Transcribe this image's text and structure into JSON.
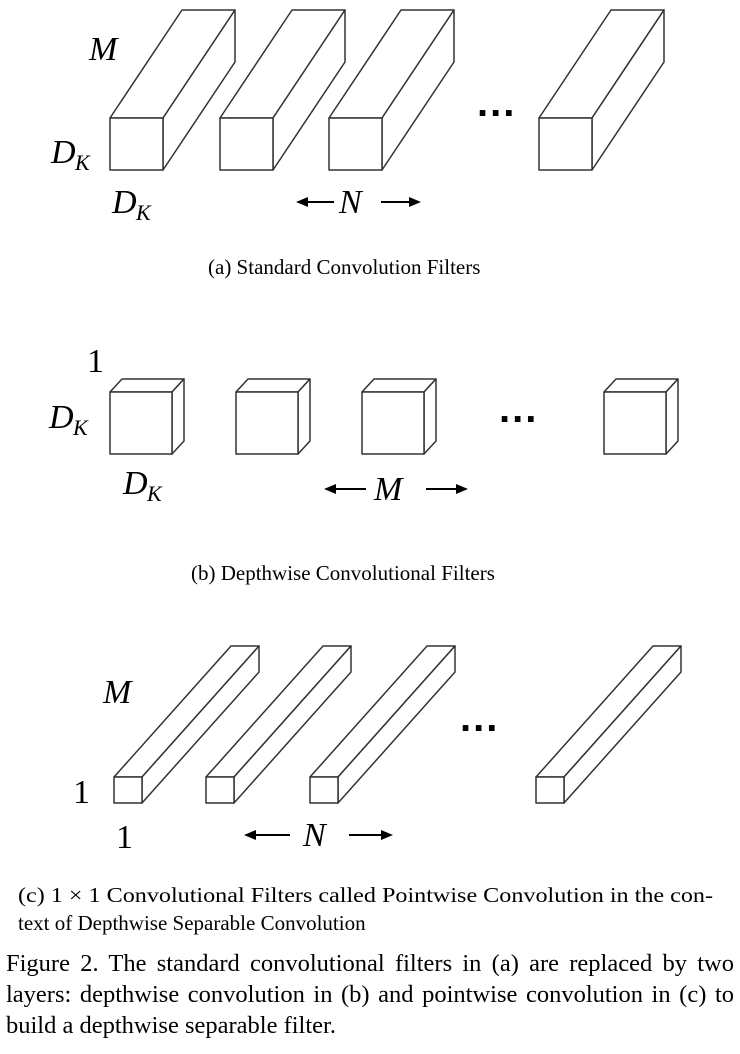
{
  "panel_a": {
    "depth_label": "M",
    "height_label": "D",
    "height_sub": "K",
    "width_label": "D",
    "width_sub": "K",
    "count_label": "N",
    "ellipsis": "...",
    "caption": "(a)  Standard Convolution Filters"
  },
  "panel_b": {
    "depth_label": "1",
    "height_label": "D",
    "height_sub": "K",
    "width_label": "D",
    "width_sub": "K",
    "count_label": "M",
    "ellipsis": "...",
    "caption": "(b)  Depthwise Convolutional Filters"
  },
  "panel_c": {
    "depth_label": "M",
    "height_label": "1",
    "width_label": "1",
    "count_label": "N",
    "ellipsis": "...",
    "caption_line1": "(c)  1 × 1 Convolutional Filters called Pointwise Convolution in the con-",
    "caption_line2": "text of Depthwise Separable Convolution"
  },
  "figure_caption": "Figure 2. The standard convolutional filters in (a) are replaced by two layers: depthwise convolution in (b) and pointwise convolution in (c) to build a depthwise separable filter."
}
